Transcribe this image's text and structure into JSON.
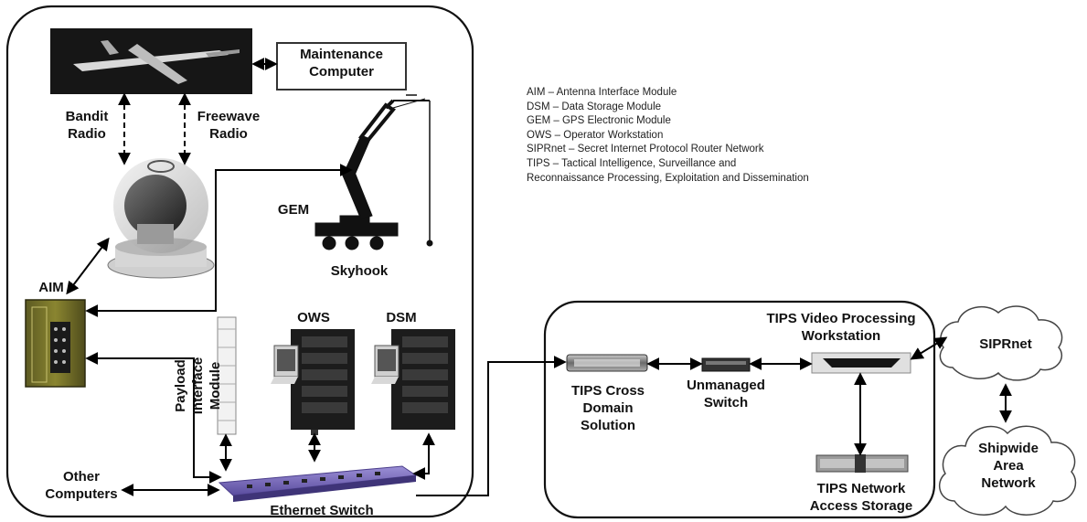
{
  "labels": {
    "maintenance": [
      "Maintenance",
      "Computer"
    ],
    "bandit": [
      "Bandit",
      "Radio"
    ],
    "freewave": [
      "Freewave",
      "Radio"
    ],
    "gem": "GEM",
    "skyhook": "Skyhook",
    "aim": "AIM",
    "payload": [
      "Payload",
      "Interface",
      "Module"
    ],
    "ows": "OWS",
    "dsm": "DSM",
    "other": [
      "Other",
      "Computers"
    ],
    "ethernet": "Ethernet Switch",
    "tips_cds": [
      "TIPS Cross",
      "Domain",
      "Solution"
    ],
    "unmanaged": [
      "Unmanaged",
      "Switch"
    ],
    "tips_vpw": [
      "TIPS Video Processing",
      "Workstation"
    ],
    "siprnet": "SIPRnet",
    "shipwide": [
      "Shipwide",
      "Area",
      "Network"
    ],
    "tips_nas": [
      "TIPS Network",
      "Access Storage"
    ]
  },
  "legend": [
    "AIM – Antenna Interface Module",
    "DSM – Data Storage Module",
    "GEM – GPS Electronic Module",
    "OWS – Operator Workstation",
    "SIPRnet –  Secret Internet Protocol Router Network",
    "TIPS – Tactical Intelligence, Surveillance and",
    "Reconnaissance Processing, Exploitation and Dissemination"
  ],
  "icons": [
    "uav-aircraft-icon",
    "antenna-dome-icon",
    "skyhook-crane-icon",
    "aim-cabinet-icon",
    "payload-interface-module-icon",
    "ows-rack-icon",
    "dsm-rack-icon",
    "ethernet-switch-icon",
    "tips-cds-device-icon",
    "unmanaged-switch-icon",
    "tips-vpw-device-icon",
    "tips-nas-device-icon",
    "siprnet-cloud-icon",
    "shipwide-cloud-icon"
  ]
}
